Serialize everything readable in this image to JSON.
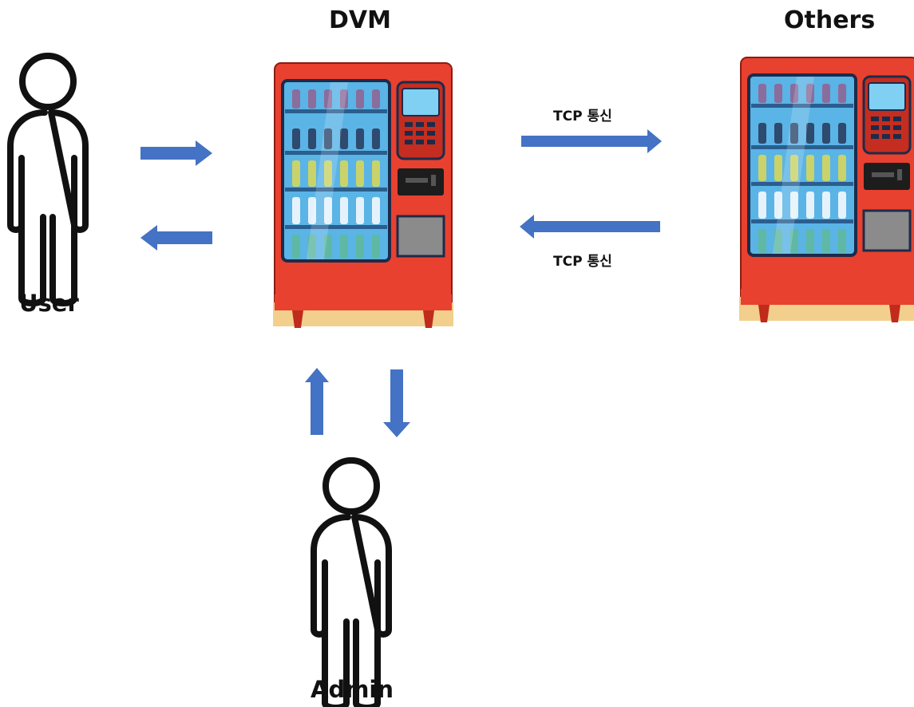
{
  "nodes": {
    "dvm": {
      "title": "DVM"
    },
    "others": {
      "title": "Others"
    },
    "user": {
      "label": "User"
    },
    "admin": {
      "label": "Admin"
    }
  },
  "edges": {
    "dvm_to_others": {
      "label": "TCP 통신"
    },
    "others_to_dvm": {
      "label": "TCP 통신"
    }
  },
  "colors": {
    "arrow": "#4472c4",
    "machine_body": "#e8412f",
    "machine_glass": "#5ab4e6",
    "ground": "#f2cf8c"
  }
}
